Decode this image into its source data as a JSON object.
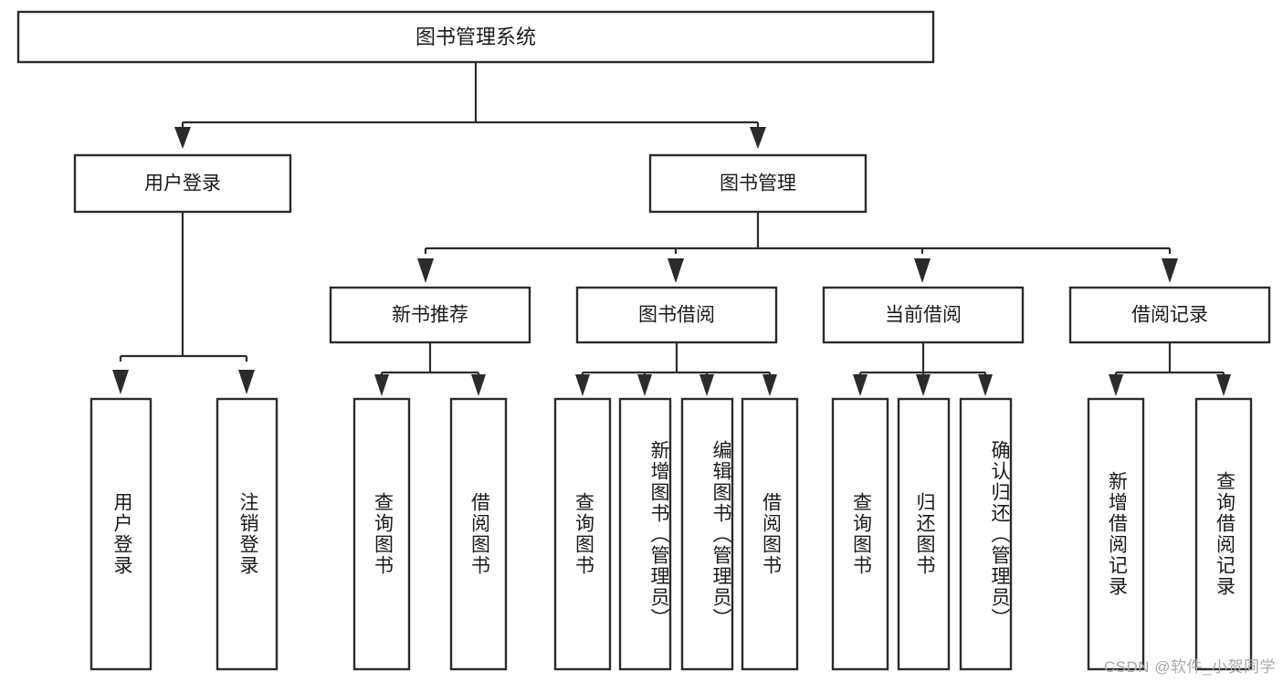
{
  "diagram": {
    "type": "tree-hierarchy",
    "title": "图书管理系统",
    "root": {
      "label": "图书管理系统"
    },
    "level1": [
      {
        "label": "用户登录"
      },
      {
        "label": "图书管理"
      }
    ],
    "level2": [
      {
        "label": "新书推荐"
      },
      {
        "label": "图书借阅"
      },
      {
        "label": "当前借阅"
      },
      {
        "label": "借阅记录"
      }
    ],
    "leaves": {
      "user_login": [
        {
          "label": "用户登录"
        },
        {
          "label": "注销登录"
        }
      ],
      "new_book_recommend": [
        {
          "label": "查询图书"
        },
        {
          "label": "借阅图书"
        }
      ],
      "book_borrow": [
        {
          "label": "查询图书"
        },
        {
          "label": "新增图书（管理员）"
        },
        {
          "label": "编辑图书（管理员）"
        },
        {
          "label": "借阅图书"
        }
      ],
      "current_borrow": [
        {
          "label": "查询图书"
        },
        {
          "label": "归还图书"
        },
        {
          "label": "确认归还（管理员）"
        }
      ],
      "borrow_record": [
        {
          "label": "新增借阅记录"
        },
        {
          "label": "查询借阅记录"
        }
      ]
    }
  },
  "watermark": {
    "text": "CSDN @软件_小贺同学"
  },
  "colors": {
    "box_stroke": "#2b2b2b",
    "box_fill": "#ffffff",
    "text": "#1a1a1a",
    "watermark": "#a8a8a8",
    "background": "#ffffff"
  }
}
